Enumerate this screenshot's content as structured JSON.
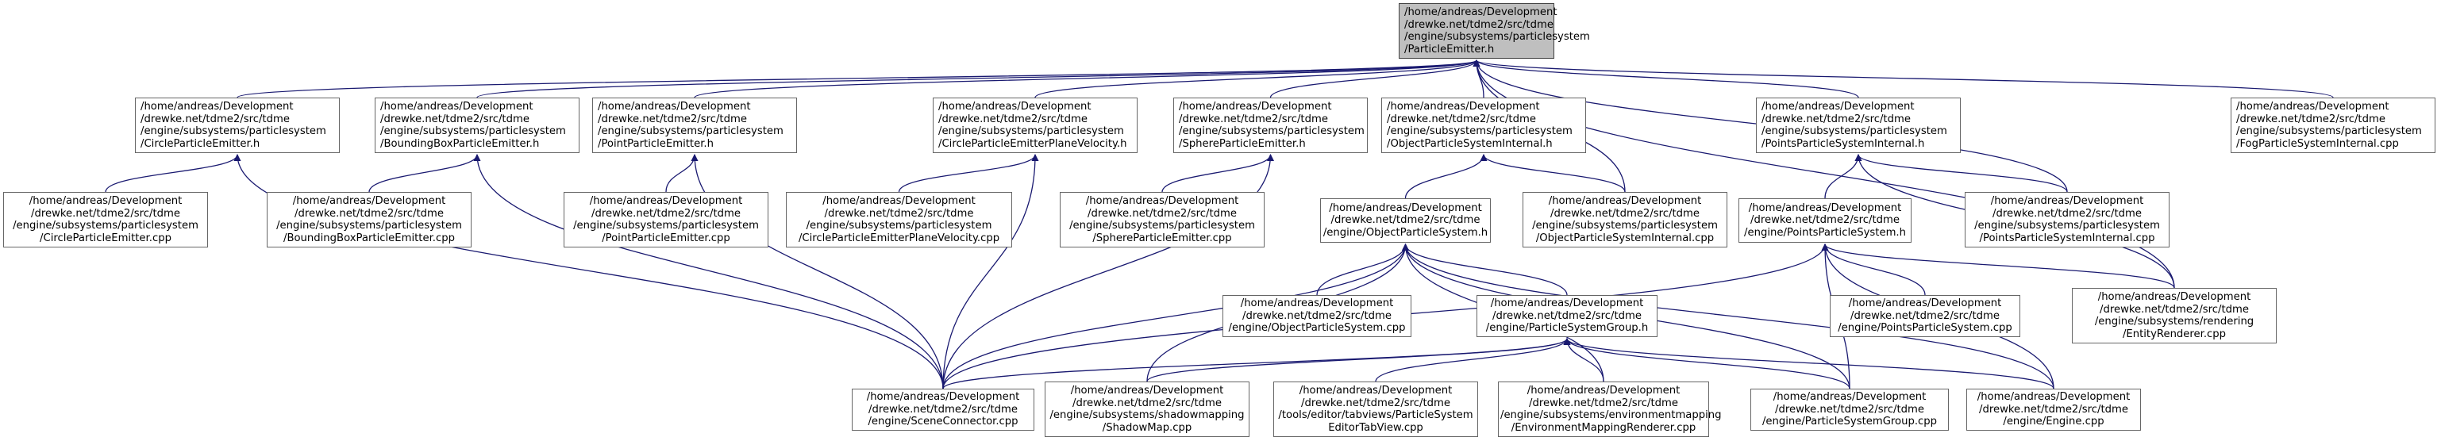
{
  "diagram": {
    "edge_color": "#191970",
    "focus_fill": "#bfbfbf",
    "nodes": [
      {
        "id": "n0",
        "lines": [
          "/home/andreas/Development",
          "/drewke.net/tdme2/src/tdme",
          "/engine/subsystems/particlesystem",
          "/ParticleEmitter.h"
        ]
      },
      {
        "id": "n1",
        "lines": [
          "/home/andreas/Development",
          "/drewke.net/tdme2/src/tdme",
          "/engine/subsystems/particlesystem",
          "/CircleParticleEmitter.h"
        ]
      },
      {
        "id": "n2",
        "lines": [
          "/home/andreas/Development",
          "/drewke.net/tdme2/src/tdme",
          "/engine/subsystems/particlesystem",
          "/BoundingBoxParticleEmitter.h"
        ]
      },
      {
        "id": "n3",
        "lines": [
          "/home/andreas/Development",
          "/drewke.net/tdme2/src/tdme",
          "/engine/subsystems/particlesystem",
          "/PointParticleEmitter.h"
        ]
      },
      {
        "id": "n4",
        "lines": [
          "/home/andreas/Development",
          "/drewke.net/tdme2/src/tdme",
          "/engine/subsystems/particlesystem",
          "/CircleParticleEmitterPlaneVelocity.h"
        ]
      },
      {
        "id": "n5",
        "lines": [
          "/home/andreas/Development",
          "/drewke.net/tdme2/src/tdme",
          "/engine/subsystems/particlesystem",
          "/SphereParticleEmitter.h"
        ]
      },
      {
        "id": "n6",
        "lines": [
          "/home/andreas/Development",
          "/drewke.net/tdme2/src/tdme",
          "/engine/subsystems/particlesystem",
          "/ObjectParticleSystemInternal.h"
        ]
      },
      {
        "id": "n7",
        "lines": [
          "/home/andreas/Development",
          "/drewke.net/tdme2/src/tdme",
          "/engine/subsystems/particlesystem",
          "/PointsParticleSystemInternal.h"
        ]
      },
      {
        "id": "n8",
        "lines": [
          "/home/andreas/Development",
          "/drewke.net/tdme2/src/tdme",
          "/engine/subsystems/particlesystem",
          "/FogParticleSystemInternal.cpp"
        ]
      },
      {
        "id": "n9",
        "lines": [
          "/home/andreas/Development",
          "/drewke.net/tdme2/src/tdme",
          "/engine/subsystems/particlesystem",
          "/CircleParticleEmitter.cpp"
        ]
      },
      {
        "id": "n10",
        "lines": [
          "/home/andreas/Development",
          "/drewke.net/tdme2/src/tdme",
          "/engine/subsystems/particlesystem",
          "/BoundingBoxParticleEmitter.cpp"
        ]
      },
      {
        "id": "n11",
        "lines": [
          "/home/andreas/Development",
          "/drewke.net/tdme2/src/tdme",
          "/engine/subsystems/particlesystem",
          "/PointParticleEmitter.cpp"
        ]
      },
      {
        "id": "n12",
        "lines": [
          "/home/andreas/Development",
          "/drewke.net/tdme2/src/tdme",
          "/engine/subsystems/particlesystem",
          "/CircleParticleEmitterPlaneVelocity.cpp"
        ]
      },
      {
        "id": "n13",
        "lines": [
          "/home/andreas/Development",
          "/drewke.net/tdme2/src/tdme",
          "/engine/subsystems/particlesystem",
          "/SphereParticleEmitter.cpp"
        ]
      },
      {
        "id": "n14",
        "lines": [
          "/home/andreas/Development",
          "/drewke.net/tdme2/src/tdme",
          "/engine/ObjectParticleSystem.h"
        ]
      },
      {
        "id": "n15",
        "lines": [
          "/home/andreas/Development",
          "/drewke.net/tdme2/src/tdme",
          "/engine/subsystems/particlesystem",
          "/ObjectParticleSystemInternal.cpp"
        ]
      },
      {
        "id": "n16",
        "lines": [
          "/home/andreas/Development",
          "/drewke.net/tdme2/src/tdme",
          "/engine/PointsParticleSystem.h"
        ]
      },
      {
        "id": "n17",
        "lines": [
          "/home/andreas/Development",
          "/drewke.net/tdme2/src/tdme",
          "/engine/subsystems/particlesystem",
          "/PointsParticleSystemInternal.cpp"
        ]
      },
      {
        "id": "n18",
        "lines": [
          "/home/andreas/Development",
          "/drewke.net/tdme2/src/tdme",
          "/engine/ObjectParticleSystem.cpp"
        ]
      },
      {
        "id": "n19",
        "lines": [
          "/home/andreas/Development",
          "/drewke.net/tdme2/src/tdme",
          "/engine/ParticleSystemGroup.h"
        ]
      },
      {
        "id": "n20",
        "lines": [
          "/home/andreas/Development",
          "/drewke.net/tdme2/src/tdme",
          "/engine/PointsParticleSystem.cpp"
        ]
      },
      {
        "id": "n21",
        "lines": [
          "/home/andreas/Development",
          "/drewke.net/tdme2/src/tdme",
          "/engine/subsystems/rendering",
          "/EntityRenderer.cpp"
        ]
      },
      {
        "id": "n22",
        "lines": [
          "/home/andreas/Development",
          "/drewke.net/tdme2/src/tdme",
          "/engine/SceneConnector.cpp"
        ]
      },
      {
        "id": "n23",
        "lines": [
          "/home/andreas/Development",
          "/drewke.net/tdme2/src/tdme",
          "/engine/subsystems/shadowmapping",
          "/ShadowMap.cpp"
        ]
      },
      {
        "id": "n24",
        "lines": [
          "/home/andreas/Development",
          "/drewke.net/tdme2/src/tdme",
          "/tools/editor/tabviews/ParticleSystem",
          "EditorTabView.cpp"
        ]
      },
      {
        "id": "n25",
        "lines": [
          "/home/andreas/Development",
          "/drewke.net/tdme2/src/tdme",
          "/engine/subsystems/environmentmapping",
          "/EnvironmentMappingRenderer.cpp"
        ]
      },
      {
        "id": "n26",
        "lines": [
          "/home/andreas/Development",
          "/drewke.net/tdme2/src/tdme",
          "/engine/ParticleSystemGroup.cpp"
        ]
      },
      {
        "id": "n27",
        "lines": [
          "/home/andreas/Development",
          "/drewke.net/tdme2/src/tdme",
          "/engine/Engine.cpp"
        ]
      }
    ],
    "edges": [
      [
        "n1",
        "n0"
      ],
      [
        "n2",
        "n0"
      ],
      [
        "n3",
        "n0"
      ],
      [
        "n4",
        "n0"
      ],
      [
        "n5",
        "n0"
      ],
      [
        "n6",
        "n0"
      ],
      [
        "n7",
        "n0"
      ],
      [
        "n8",
        "n0"
      ],
      [
        "n15",
        "n0"
      ],
      [
        "n17",
        "n0"
      ],
      [
        "n21",
        "n0"
      ],
      [
        "n9",
        "n1"
      ],
      [
        "n22",
        "n1"
      ],
      [
        "n10",
        "n2"
      ],
      [
        "n22",
        "n2"
      ],
      [
        "n11",
        "n3"
      ],
      [
        "n22",
        "n3"
      ],
      [
        "n12",
        "n4"
      ],
      [
        "n22",
        "n4"
      ],
      [
        "n13",
        "n5"
      ],
      [
        "n22",
        "n5"
      ],
      [
        "n14",
        "n6"
      ],
      [
        "n15",
        "n6"
      ],
      [
        "n16",
        "n7"
      ],
      [
        "n17",
        "n7"
      ],
      [
        "n21",
        "n7"
      ],
      [
        "n18",
        "n14"
      ],
      [
        "n19",
        "n14"
      ],
      [
        "n22",
        "n14"
      ],
      [
        "n23",
        "n14"
      ],
      [
        "n25",
        "n14"
      ],
      [
        "n26",
        "n14"
      ],
      [
        "n27",
        "n14"
      ],
      [
        "n20",
        "n16"
      ],
      [
        "n21",
        "n16"
      ],
      [
        "n22",
        "n16"
      ],
      [
        "n26",
        "n16"
      ],
      [
        "n27",
        "n16"
      ],
      [
        "n22",
        "n19"
      ],
      [
        "n23",
        "n19"
      ],
      [
        "n24",
        "n19"
      ],
      [
        "n25",
        "n19"
      ],
      [
        "n26",
        "n19"
      ],
      [
        "n27",
        "n19"
      ]
    ]
  }
}
